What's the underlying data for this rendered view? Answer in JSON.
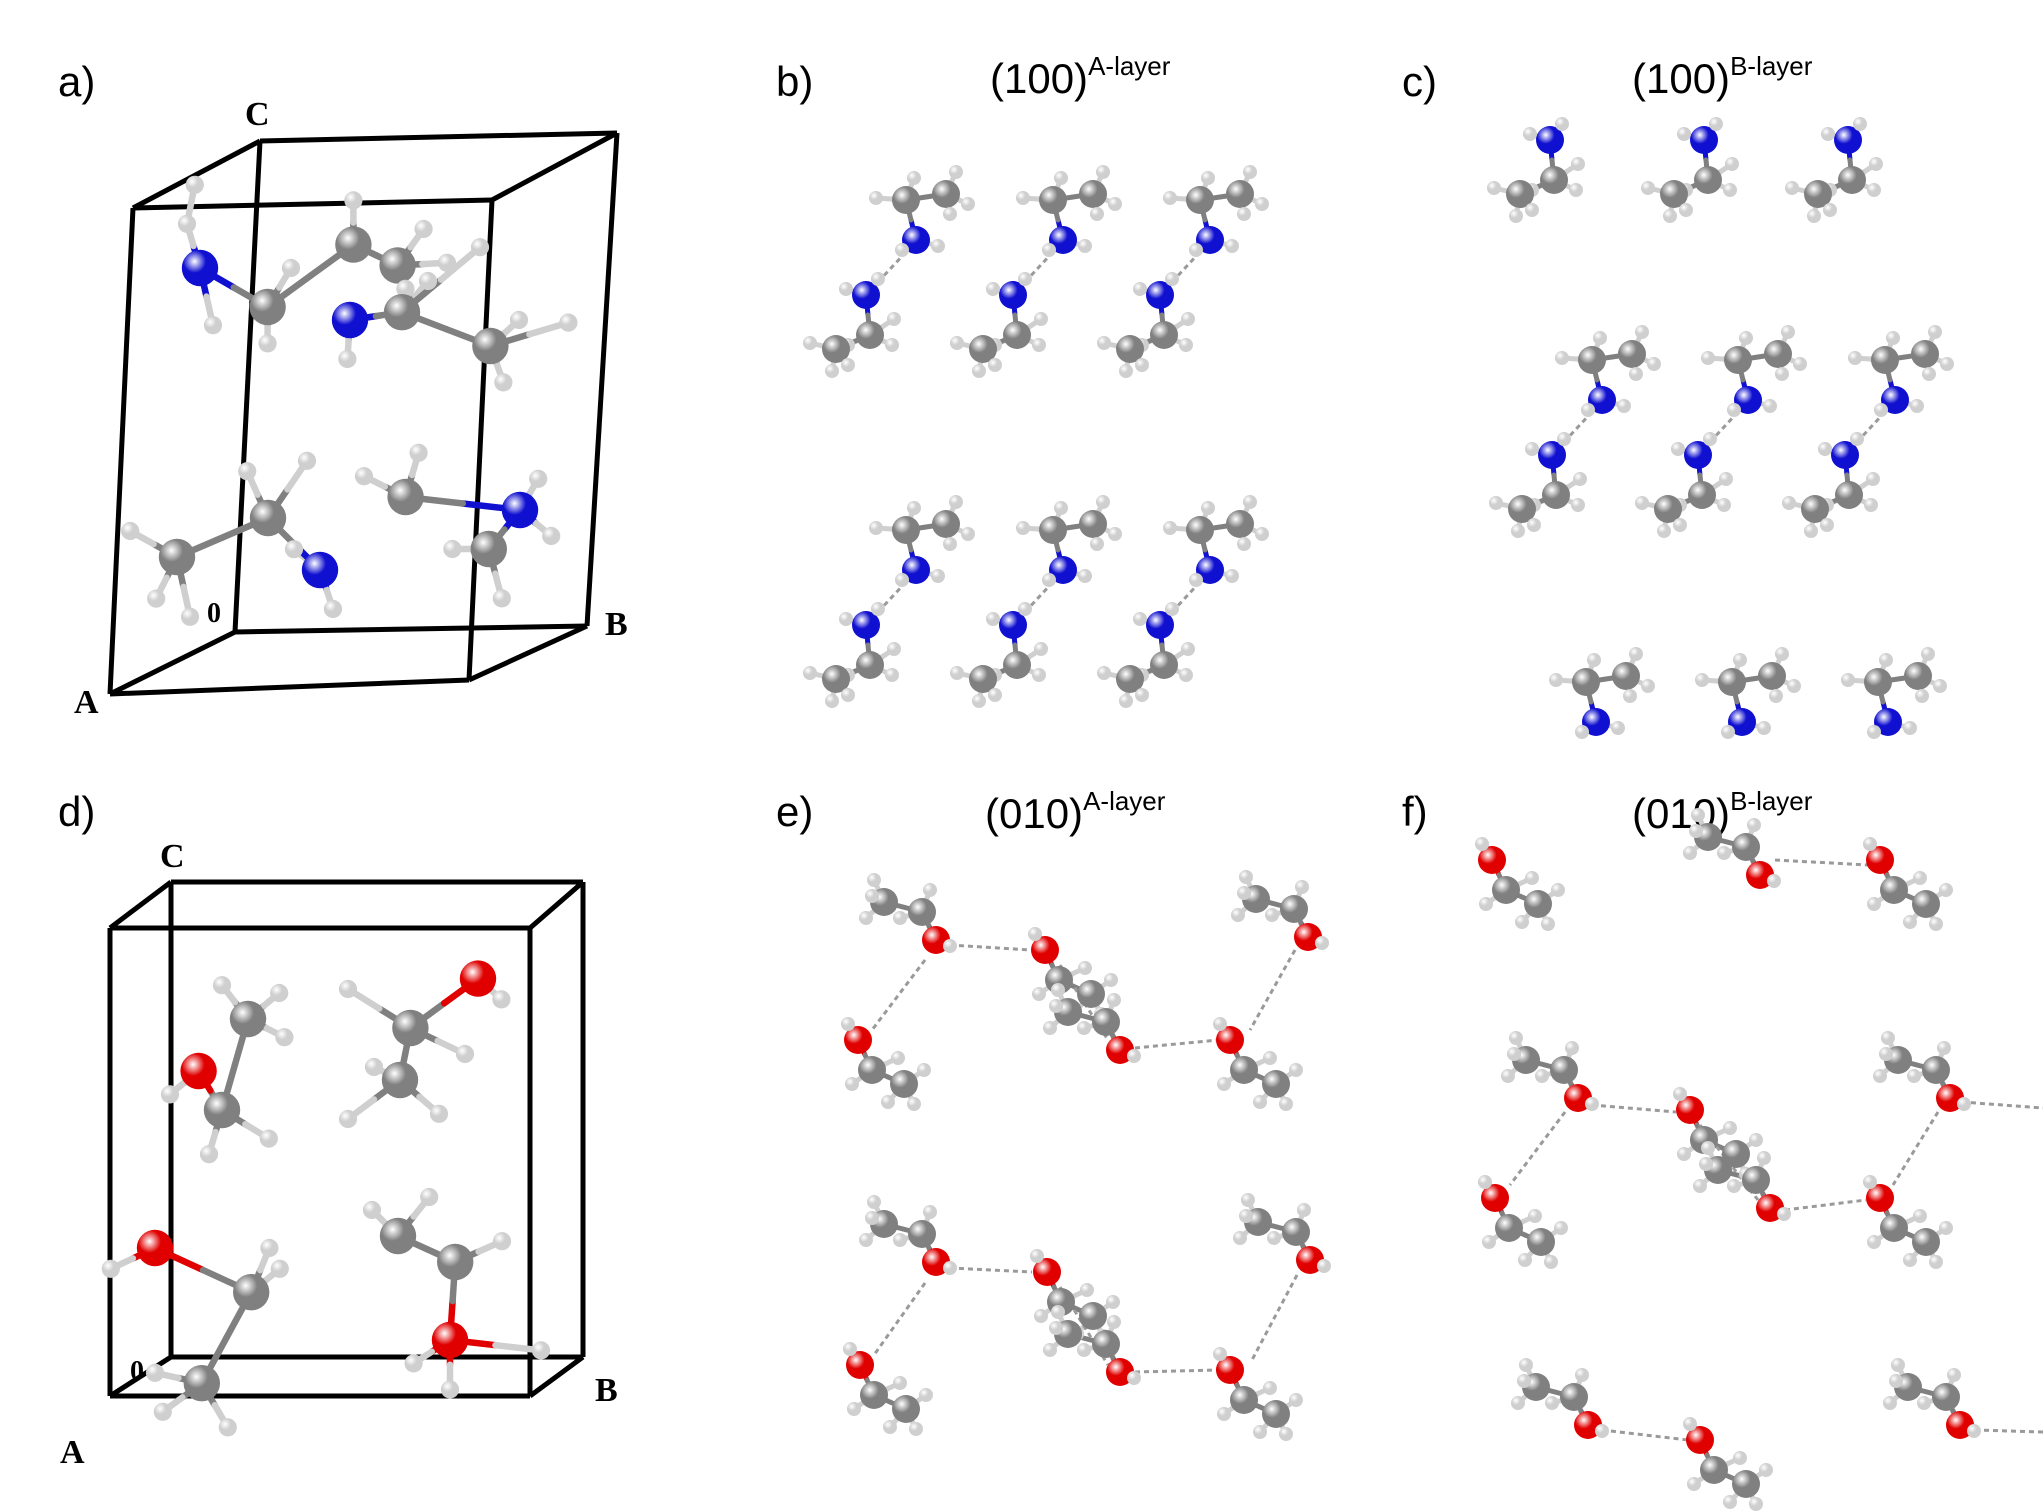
{
  "panels": [
    {
      "label": "a)",
      "title": "",
      "superscript": "",
      "axes": {
        "c": "C",
        "b": "B",
        "a": "A",
        "origin": "0"
      }
    },
    {
      "label": "b)",
      "title": "(100)",
      "superscript": "A-layer"
    },
    {
      "label": "c)",
      "title": "(100)",
      "superscript": "B-layer"
    },
    {
      "label": "d)",
      "title": "",
      "superscript": "",
      "axes": {
        "c": "C",
        "b": "B",
        "a": "A",
        "origin": "0"
      }
    },
    {
      "label": "e)",
      "title": "(010)",
      "superscript": "A-layer"
    },
    {
      "label": "f)",
      "title": "(010)",
      "superscript": "B-layer"
    }
  ],
  "colors": {
    "carbon": "#808080",
    "hydrogen": "#cfcfcf",
    "nitrogen": "#1010d0",
    "oxygen": "#e00000",
    "cell_edge": "#000000",
    "hbond": "#9a9a9a"
  }
}
